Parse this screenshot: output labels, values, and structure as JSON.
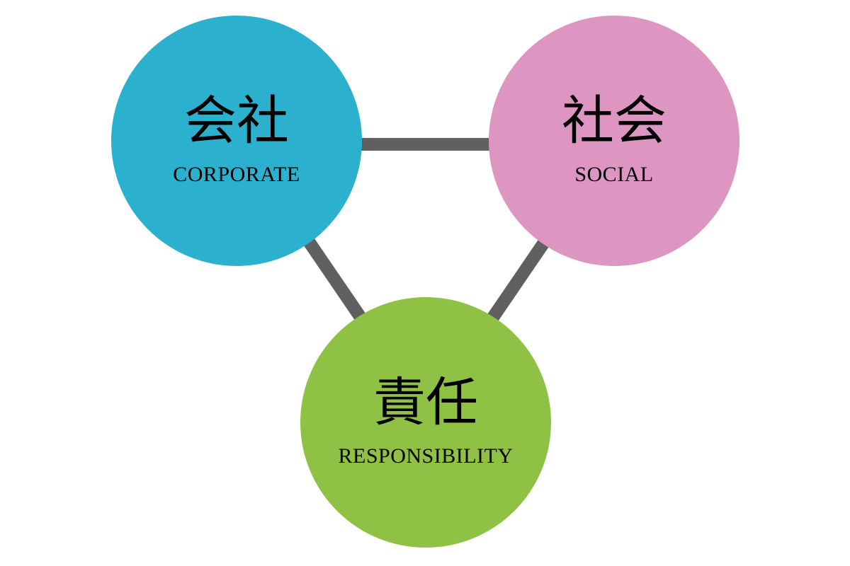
{
  "nodes": {
    "corporate": {
      "kanji": "会社",
      "label": "CORPORATE",
      "color": "#2bb1ce"
    },
    "social": {
      "kanji": "社会",
      "label": "SOCIAL",
      "color": "#dd95c1"
    },
    "responsibility": {
      "kanji": "責任",
      "label": "RESPONSIBILITY",
      "color": "#8fc144"
    }
  },
  "connector_color": "#606060"
}
